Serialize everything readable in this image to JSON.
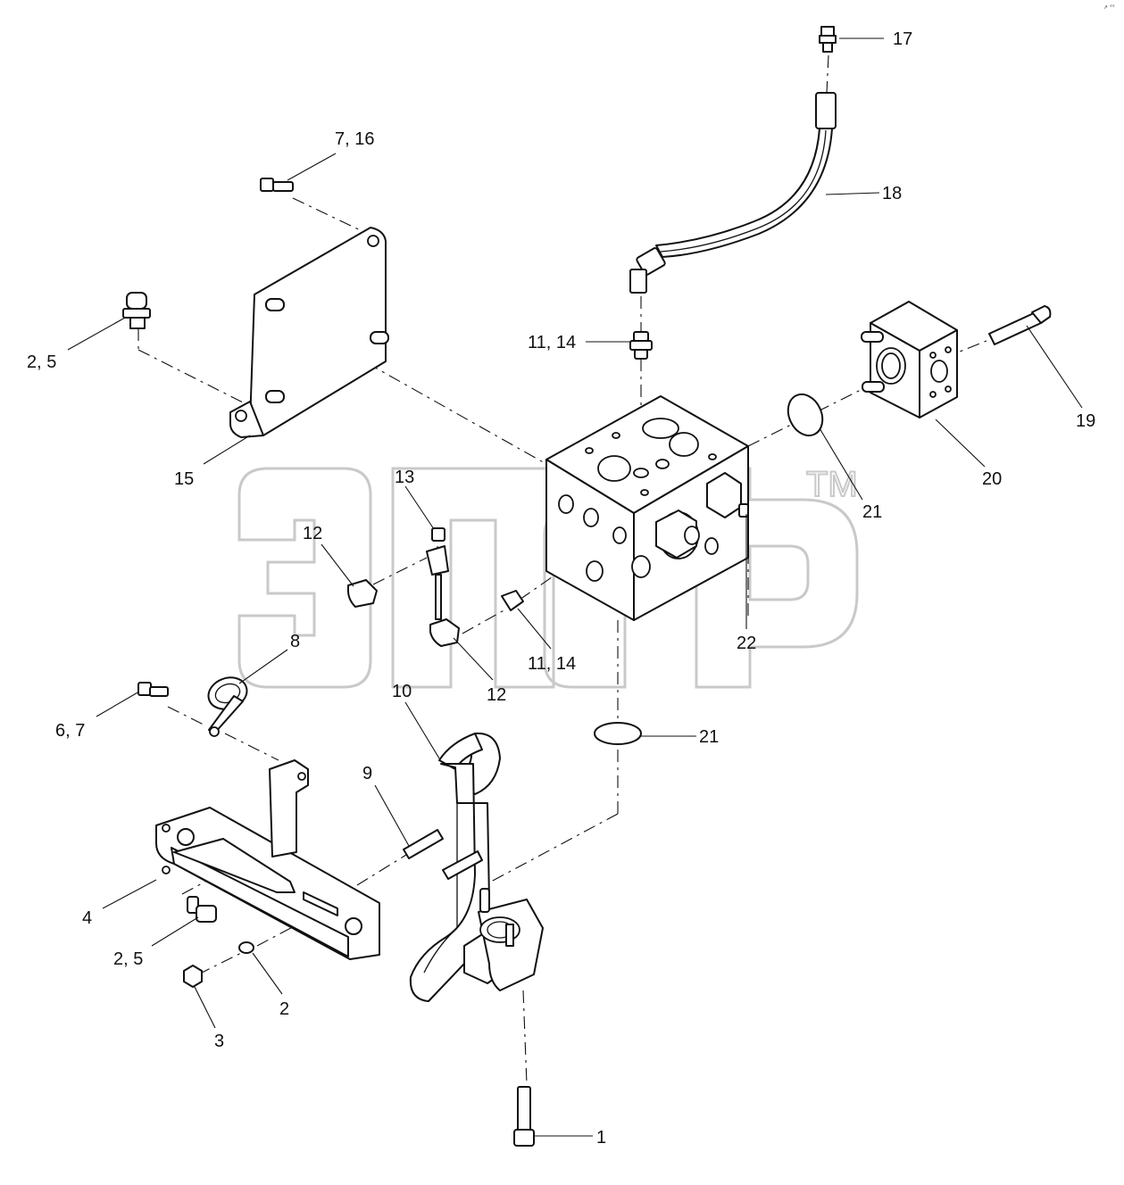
{
  "diagram": {
    "callouts": [
      {
        "id": "c17",
        "label": "17"
      },
      {
        "id": "c18",
        "label": "18"
      },
      {
        "id": "c7-16",
        "label": "7, 16"
      },
      {
        "id": "c2-5-top",
        "label": "2, 5"
      },
      {
        "id": "c11-14-top",
        "label": "11, 14"
      },
      {
        "id": "c19",
        "label": "19"
      },
      {
        "id": "c20",
        "label": "20"
      },
      {
        "id": "c15",
        "label": "15"
      },
      {
        "id": "c21-right",
        "label": "21"
      },
      {
        "id": "c13",
        "label": "13"
      },
      {
        "id": "c12-top",
        "label": "12"
      },
      {
        "id": "c22",
        "label": "22"
      },
      {
        "id": "c8",
        "label": "8"
      },
      {
        "id": "c11-14-bottom",
        "label": "11, 14"
      },
      {
        "id": "c12-bottom",
        "label": "12"
      },
      {
        "id": "c10",
        "label": "10"
      },
      {
        "id": "c6-7",
        "label": "6, 7"
      },
      {
        "id": "c21-bottom",
        "label": "21"
      },
      {
        "id": "c9",
        "label": "9"
      },
      {
        "id": "c4",
        "label": "4"
      },
      {
        "id": "c2-5-bottom",
        "label": "2, 5"
      },
      {
        "id": "c2",
        "label": "2"
      },
      {
        "id": "c3",
        "label": "3"
      },
      {
        "id": "c1",
        "label": "1"
      }
    ],
    "watermark": {
      "text": "TM"
    },
    "corner_mark": "↗ °°"
  }
}
